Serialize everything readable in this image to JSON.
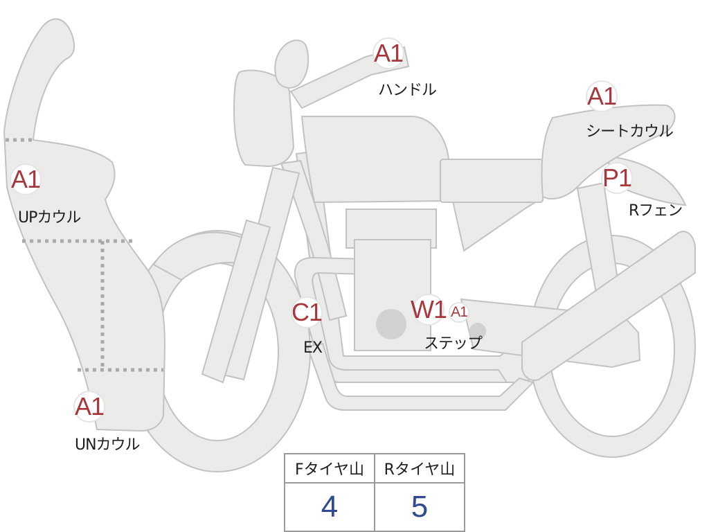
{
  "markers": {
    "handle": "A1",
    "seat_cowl": "A1",
    "up_cowl": "A1",
    "rear_fender": "P1",
    "exhaust": "C1",
    "step_w": "W1",
    "step_a": "A1",
    "under_cowl": "A1"
  },
  "labels": {
    "handle": "ハンドル",
    "seat_cowl": "シートカウル",
    "up_cowl": "UPカウル",
    "rear_fender": "Rフェン",
    "exhaust": "EX",
    "step": "ステップ",
    "under_cowl": "UNカウル"
  },
  "tire_table": {
    "headers": [
      "Fタイヤ山",
      "Rタイヤ山"
    ],
    "values": [
      "4",
      "5"
    ]
  },
  "colors": {
    "part_fill": "#ebebea",
    "part_stroke": "#c2c2c2",
    "marker_text": "#a7373c",
    "value_text": "#2e4a92"
  }
}
